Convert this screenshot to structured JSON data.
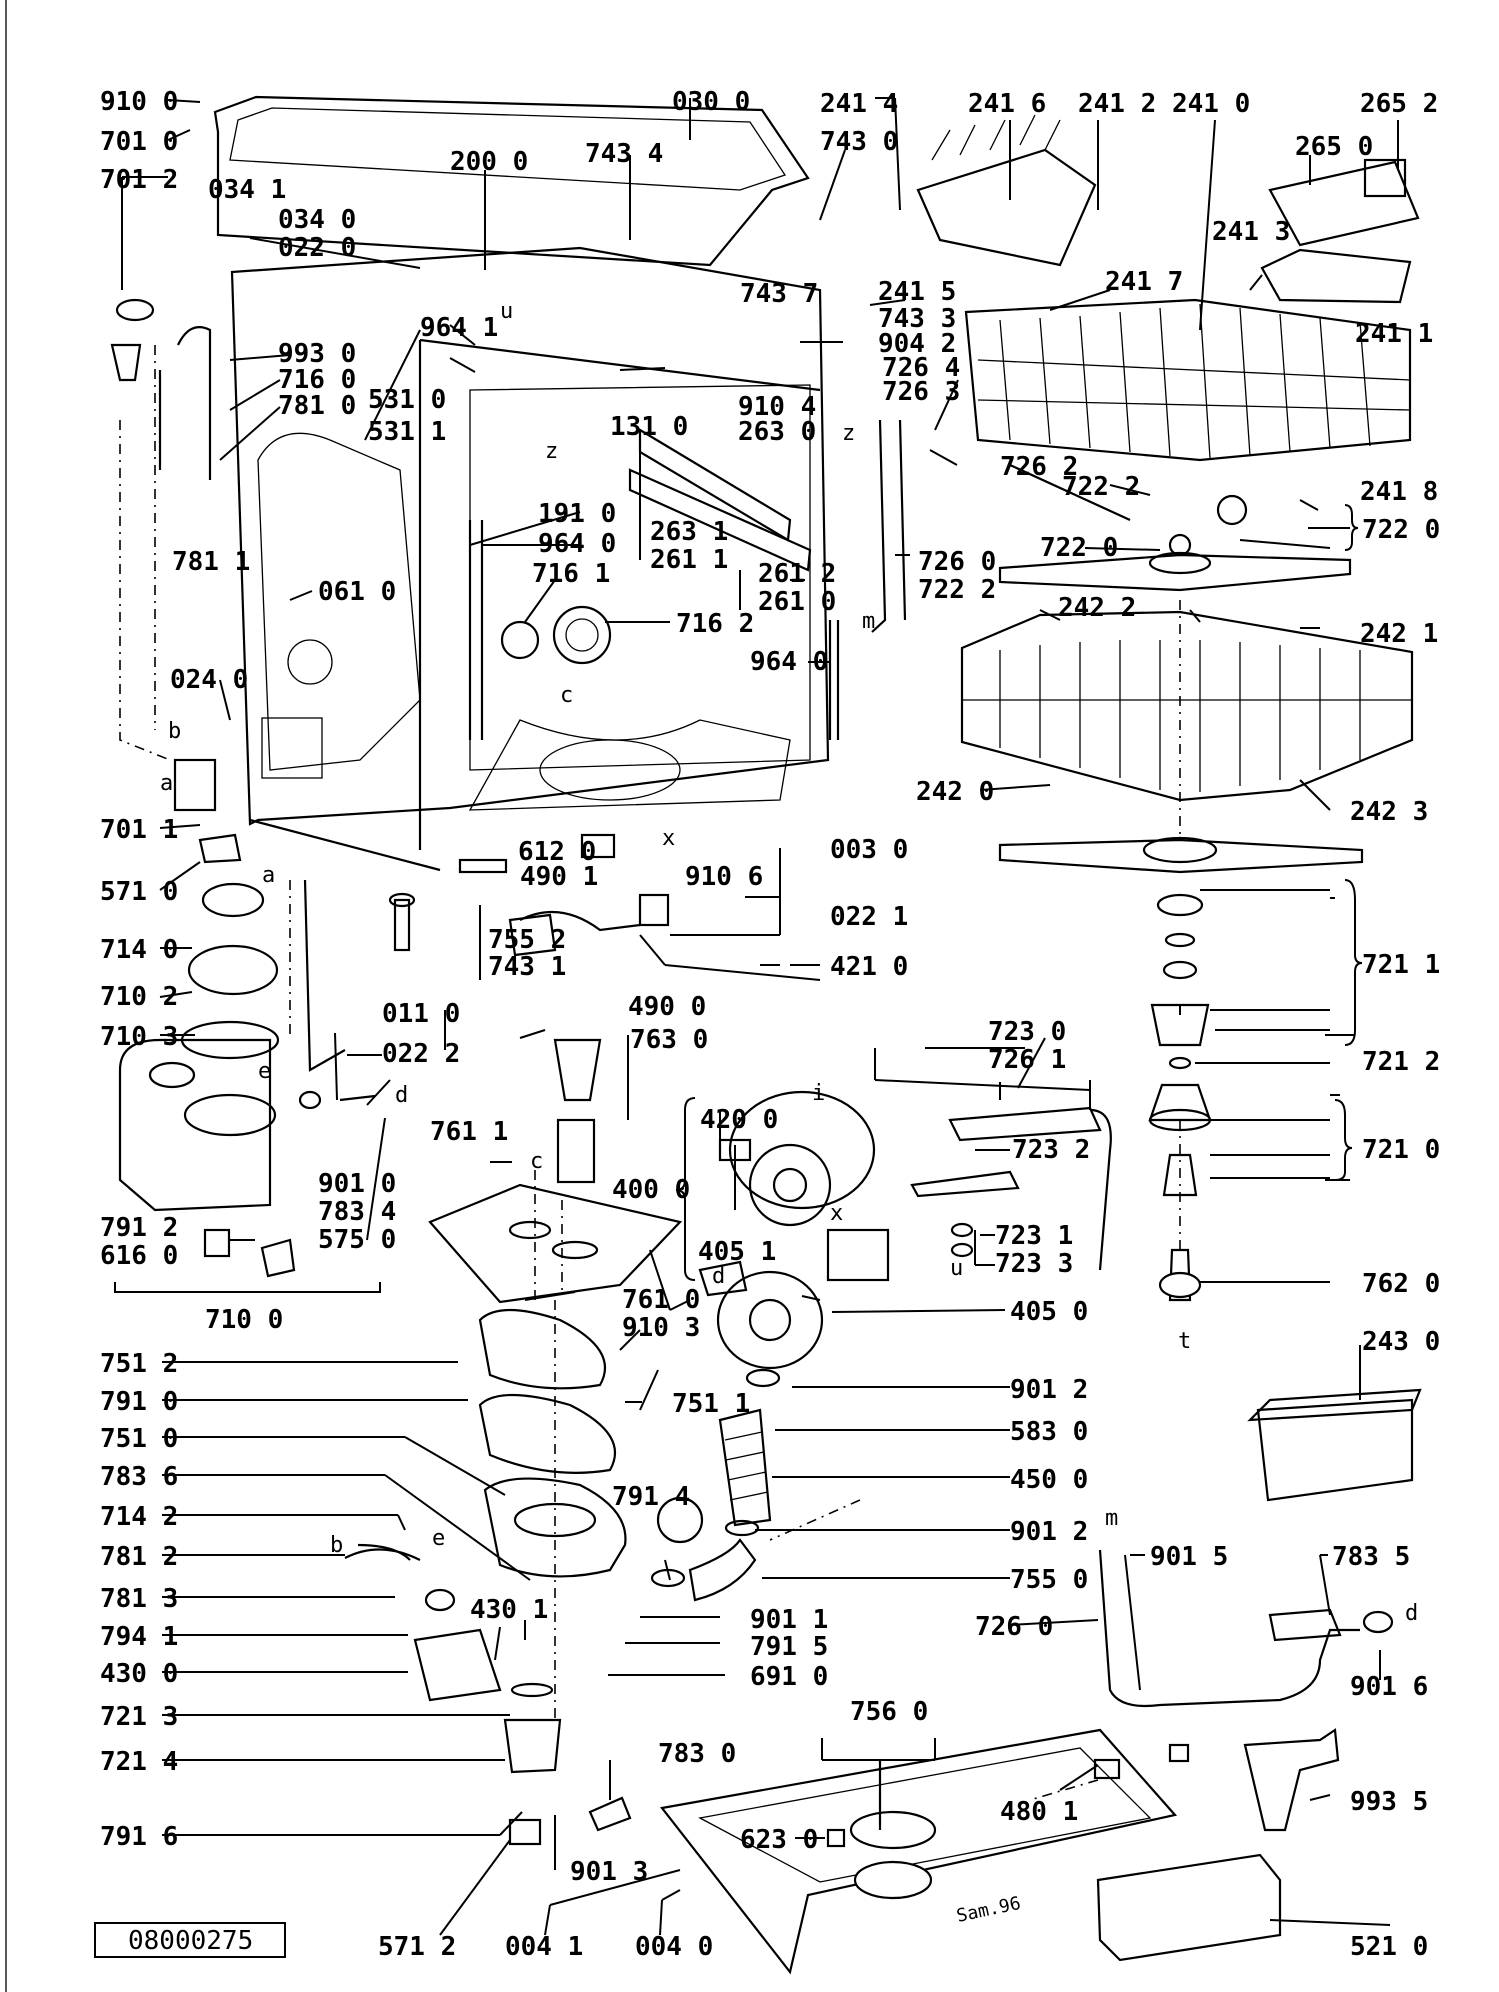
{
  "labels": {
    "l_910_0": "910 0",
    "l_701_0": "701 0",
    "l_701_2": "701 2",
    "l_034_1": "034 1",
    "l_030_0": "030 0",
    "l_200_0": "200 0",
    "l_743_4": "743 4",
    "l_034_0": "034 0",
    "l_022_0": "022 0",
    "l_241_4": "241 4",
    "l_743_0": "743 0",
    "l_241_6": "241 6",
    "l_241_2": "241 2",
    "l_241_0": "241 0",
    "l_265_2": "265 2",
    "l_265_0": "265 0",
    "l_241_3": "241 3",
    "l_241_1": "241 1",
    "l_241_5": "241 5",
    "l_743_7": "743 7",
    "l_743_3": "743 3",
    "l_904_2": "904 2",
    "l_726_4": "726 4",
    "l_726_3": "726 3",
    "l_241_7": "241 7",
    "l_993_0": "993 0",
    "l_716_0": "716 0",
    "l_781_0": "781 0",
    "l_964_1": "964 1",
    "l_531_0": "531 0",
    "l_531_1": "531 1",
    "l_131_0": "131 0",
    "l_910_4": "910 4",
    "l_263_0": "263 0",
    "l_726_2": "726 2",
    "l_722_2": "722 2",
    "l_241_8": "241 8",
    "l_722_0": "722 0",
    "l_722_0b": "722 0",
    "l_781_1": "781 1",
    "l_191_0": "191 0",
    "l_964_0": "964 0",
    "l_263_1": "263 1",
    "l_261_1": "261 1",
    "l_726_0": "726 0",
    "l_722_2b": "722 2",
    "l_716_1": "716 1",
    "l_261_2": "261 2",
    "l_261_0": "261 0",
    "l_061_0": "061 0",
    "l_716_2": "716 2",
    "l_242_2": "242 2",
    "l_242_1": "242 1",
    "l_964_0b": "964 0",
    "l_024_0": "024 0",
    "l_242_0": "242 0",
    "l_242_3": "242 3",
    "l_701_1": "701 1",
    "l_612_0": "612 0",
    "l_490_1": "490 1",
    "l_910_6": "910 6",
    "l_003_0": "003 0",
    "l_571_0": "571 0",
    "l_022_1": "022 1",
    "l_714_0": "714 0",
    "l_755_2": "755 2",
    "l_743_1": "743 1",
    "l_421_0": "421 0",
    "l_721_1": "721 1",
    "l_710_2": "710 2",
    "l_011_0": "011 0",
    "l_490_0": "490 0",
    "l_710_3": "710 3",
    "l_022_2": "022 2",
    "l_763_0": "763 0",
    "l_723_0": "723 0",
    "l_726_1": "726 1",
    "l_721_2": "721 2",
    "l_761_1": "761 1",
    "l_420_0": "420 0",
    "l_723_2": "723 2",
    "l_721_0": "721 0",
    "l_400_0": "400 0",
    "l_901_0": "901 0",
    "l_783_4": "783 4",
    "l_575_0": "575 0",
    "l_791_2": "791 2",
    "l_616_0": "616 0",
    "l_405_1": "405 1",
    "l_723_1": "723 1",
    "l_723_3": "723 3",
    "l_761_0": "761 0",
    "l_910_3": "910 3",
    "l_405_0": "405 0",
    "l_762_0": "762 0",
    "l_710_0": "710 0",
    "l_243_0": "243 0",
    "l_751_2": "751 2",
    "l_751_1": "751 1",
    "l_901_2": "901 2",
    "l_791_0": "791 0",
    "l_583_0": "583 0",
    "l_751_0": "751 0",
    "l_450_0": "450 0",
    "l_783_6": "783 6",
    "l_791_4": "791 4",
    "l_901_2b": "901 2",
    "l_714_2": "714 2",
    "l_901_5": "901 5",
    "l_783_5": "783 5",
    "l_781_2": "781 2",
    "l_755_0": "755 0",
    "l_781_3": "781 3",
    "l_430_1": "430 1",
    "l_901_1": "901 1",
    "l_726_0b": "726 0",
    "l_794_1": "794 1",
    "l_791_5": "791 5",
    "l_901_6": "901 6",
    "l_430_0": "430 0",
    "l_691_0": "691 0",
    "l_721_3": "721 3",
    "l_756_0": "756 0",
    "l_721_4": "721 4",
    "l_783_0": "783 0",
    "l_480_1": "480 1",
    "l_993_5": "993 5",
    "l_623_0": "623 0",
    "l_791_6": "791 6",
    "l_901_3": "901 3",
    "l_571_2": "571 2",
    "l_004_1": "004 1",
    "l_004_0": "004 0",
    "l_521_0": "521 0"
  },
  "letters": {
    "u": "u",
    "z1": "z",
    "z2": "z",
    "m1": "m",
    "c1": "c",
    "b1": "b",
    "a1": "a",
    "a2": "a",
    "x1": "x",
    "e1": "e",
    "d1": "d",
    "c2": "c",
    "x2": "x",
    "i1": "i",
    "b2": "b",
    "e2": "e",
    "m2": "m",
    "d2": "d",
    "t1": "t",
    "u2": "u"
  },
  "footer": {
    "drawing_number": "08000275",
    "signature": "Sam.96"
  }
}
